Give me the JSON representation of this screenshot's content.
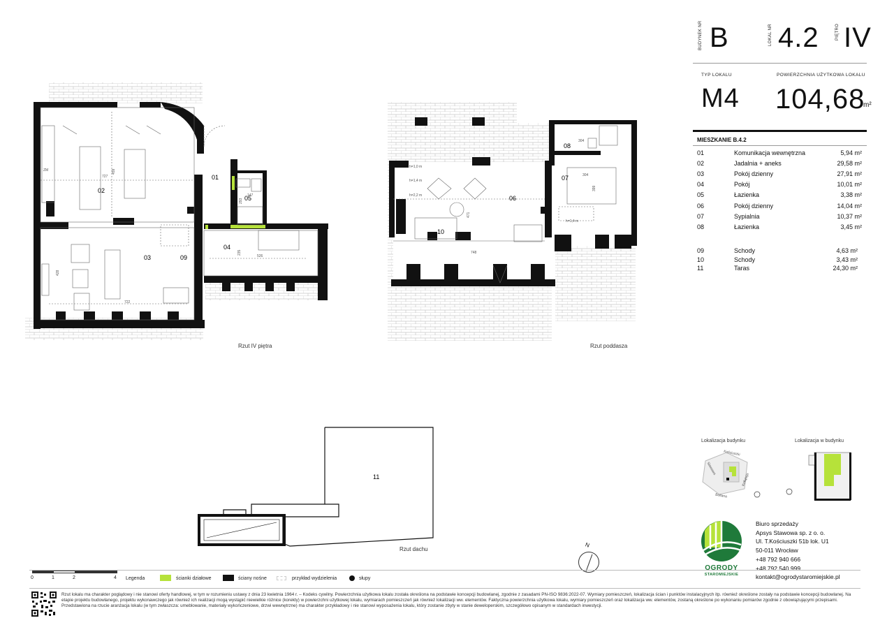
{
  "header": {
    "building_label": "BUDYNEK NR",
    "building_value": "B",
    "unit_label": "LOKAL NR",
    "unit_value": "4.2",
    "floor_label": "PIĘTRO",
    "floor_value": "IV",
    "type_label": "TYP LOKALU",
    "type_value": "M4",
    "area_label": "POWIERZCHNIA UŻYTKOWA LOKALU",
    "area_value": "104,68",
    "area_unit": "m²"
  },
  "apartment": {
    "title": "MIESZKANIE B.4.2",
    "rooms": [
      {
        "num": "01",
        "name": "Komunikacja wewnętrzna",
        "area": "5,94 m²"
      },
      {
        "num": "02",
        "name": "Jadalnia + aneks",
        "area": "29,58 m²"
      },
      {
        "num": "03",
        "name": "Pokój dzienny",
        "area": "27,91 m²"
      },
      {
        "num": "04",
        "name": "Pokój",
        "area": "10,01 m²"
      },
      {
        "num": "05",
        "name": "Łazienka",
        "area": "3,38 m²"
      },
      {
        "num": "06",
        "name": "Pokój dzienny",
        "area": "14,04 m²"
      },
      {
        "num": "07",
        "name": "Sypialnia",
        "area": "10,37 m²"
      },
      {
        "num": "08",
        "name": "Łazienka",
        "area": "3,45 m²"
      }
    ],
    "extras": [
      {
        "num": "09",
        "name": "Schody",
        "area": "4,63 m²"
      },
      {
        "num": "10",
        "name": "Schody",
        "area": "3,43 m²"
      },
      {
        "num": "11",
        "name": "Taras",
        "area": "24,30 m²"
      }
    ]
  },
  "plans": {
    "floor4_caption": "Rzut IV piętra",
    "attic_caption": "Rzut poddasza",
    "roof_caption": "Rzut dachu",
    "room_labels": {
      "r01": "01",
      "r02": "02",
      "r03": "03",
      "r04": "04",
      "r05": "05",
      "r06": "06",
      "r07": "07",
      "r08": "08",
      "r09": "09",
      "r10": "10",
      "r11": "11"
    },
    "dims": {
      "d727": "727",
      "d459": "459",
      "d428": "428",
      "d722": "722",
      "d526": "526",
      "d235": "235",
      "d293": "293",
      "d147": "147",
      "d748": "748",
      "d304a": "304",
      "d304b": "304",
      "d399": "399",
      "d471": "471",
      "zm": "ZM",
      "h1a": "h=1,0 m",
      "h1b": "h=1,4 m",
      "h2": "h=2,2 m",
      "h1c": "h=1,4 m"
    }
  },
  "location": {
    "building_label": "Lokalizacja budynku",
    "inbuilding_label": "Lokalizacja  w budynku",
    "streets": [
      "Kościuszki",
      "Stawowa",
      "Kołłątaja",
      "Bełtana"
    ],
    "north": "N"
  },
  "legend": {
    "scale": [
      "0",
      "1",
      "2",
      "4"
    ],
    "title": "Legenda",
    "items": [
      "ścianki działowe",
      "ściany nośne",
      "przykład wydzielenia",
      "słupy"
    ],
    "colors": {
      "partition": "#b6e23a",
      "bearing": "#111111"
    }
  },
  "sales": {
    "title": "Biuro sprzedaży",
    "company": "Apsys Stawowa sp. z o. o.",
    "address1": "Ul. T.Kościuszki 51b lok. U1",
    "address2": "50-011 Wrocław",
    "phone1": "+48 792 940 666",
    "phone2": "+48 792 540 999",
    "email": "kontakt@ogrodystaromiejskie.pl",
    "logo_line1": "OGRODY",
    "logo_line2": "STAROMIEJSKIE"
  },
  "disclaimer": "Rzut lokalu ma charakter poglądowy i nie stanowi oferty handlowej, w tym w rozumieniu ustawy z dnia 23 kwietnia 1964 r. – Kodeks cywilny. Powierzchnia użytkowa lokalu została określona na podstawie koncepcji budowlanej, zgodnie z zasadami PN-ISO 9836:2022-07. Wymiary pomieszczeń, lokalizacja ścian i punktów instalacyjnych itp. również określone zostały na podstawie koncepcji budowlanej. Na etapie projektu budowlanego, projektu wykonawczego jak również ich realizacji mogą wystąpić niewielkie różnice (korekty) w powierzchni użytkowej lokalu, wymiarach pomieszczeń jak również lokalizacji ww. elementów. Faktyczna powierzchnia użytkowa lokalu, wymiary pomieszczeń oraz lokalizacja ww. elementów, zostaną określone po wykonaniu pomiarów zgodnie z obowiązującymi przepisami. Przedstawiona na rzucie aranżacja lokalu (w tym zwłaszcza: umeblowanie, materiały wykończeniowe, drzwi wewnętrzne) ma charakter przykładowy i nie stanowi wyposażenia lokalu, który zostanie zbyty w stanie deweloperskim, szczegółowo opisanym w standardach inwestycji."
}
